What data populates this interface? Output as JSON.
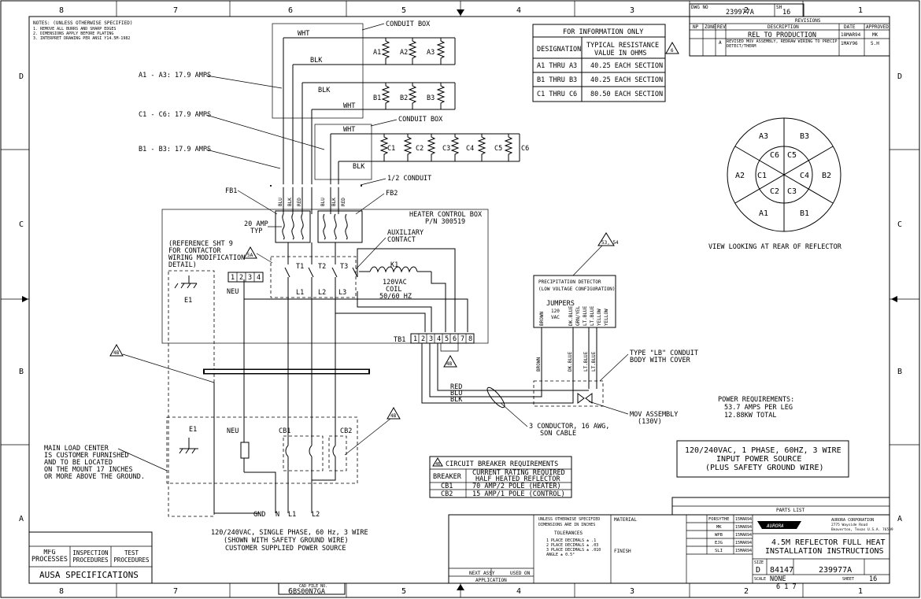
{
  "frame": {
    "zones_top": [
      "8",
      "7",
      "6",
      "5",
      "4",
      "3",
      "2",
      "1"
    ],
    "zones_side": [
      "D",
      "C",
      "B",
      "A"
    ]
  },
  "title_block_top": {
    "dwg_no_label": "DWG NO",
    "dwg_no": "239977A",
    "sheet_label": "SH",
    "sheet": "16"
  },
  "revisions": {
    "title": "REVISIONS",
    "headers": [
      "NP",
      "ZONE",
      "REV",
      "DESCRIPTION",
      "DATE",
      "APPROVED"
    ],
    "rows": [
      {
        "rev": "",
        "desc": "REL TO PRODUCTION",
        "date": "18MAR94",
        "appr": "MK"
      },
      {
        "rev": "A",
        "desc": "REVISED MOV ASSEMBLY, REDRAW WIRING TO PRECIP DETECT/THERM",
        "date": "1MAY96",
        "appr": "S.H"
      }
    ]
  },
  "notes": {
    "title": "NOTES: (UNLESS OTHERWISE SPECIFIED)",
    "items": [
      "1. REMOVE ALL BURRS AND SHARP EDGES",
      "2. DIMENSIONS APPLY BEFORE PLATING",
      "3. INTERPRET DRAWING PER ANSI Y14.5M-1982"
    ]
  },
  "info_table": {
    "title": "FOR INFORMATION ONLY",
    "h1": "DESIGNATION",
    "h2a": "TYPICAL RESISTANCE",
    "h2b": "VALUE IN OHMS",
    "rows": [
      {
        "d": "A1 THRU A3",
        "v": "40.25 EACH SECTION"
      },
      {
        "d": "B1 THRU B3",
        "v": "40.25 EACH SECTION"
      },
      {
        "d": "C1 THRU C6",
        "v": "80.50 EACH SECTION"
      }
    ],
    "flag": "6"
  },
  "labels": {
    "conduit_box": "CONDUIT BOX",
    "wht": "WHT",
    "blk": "BLK",
    "a_amps": "A1 - A3: 17.9 AMPS",
    "c_amps": "C1 - C6: 17.9 AMPS",
    "b_amps": "B1 - B3: 17.9 AMPS",
    "half_conduit": "1/2 CONDUIT",
    "fb1": "FB1",
    "fb2": "FB2",
    "blu": "BLU",
    "red": "RED",
    "amp20": "20 AMP",
    "typ": "TYP",
    "heater_box": "HEATER CONTROL BOX",
    "pn": "P/N 300519",
    "aux1": "AUXILIARY",
    "aux2": "CONTACT",
    "ref1": "(REFERENCE SHT 9",
    "ref2": "FOR CONTACTOR",
    "ref3": "WIRING MODIFICATION",
    "ref4": "DETAIL)",
    "flag5a": "5A",
    "t1": "T1",
    "t2": "T2",
    "t3": "T3",
    "l1": "L1",
    "l2": "L2",
    "l3": "L3",
    "k1": "K1",
    "coil1": "120VAC",
    "coil2": "COIL",
    "coil3": "50/60 HZ",
    "e1": "E1",
    "neu": "NEU",
    "tb1": "TB1",
    "flag4b": "4B",
    "flag5354": "53, 54",
    "precip1": "PRECIPITATION DETECTOR",
    "precip2": "(LOW VOLTAGE CONFIGURATION)",
    "brown": "BROWN",
    "jumpers": "JUMPERS",
    "v120": "120",
    "vac": "VAC",
    "dkblue": "DK.BLUE",
    "grnyel": "GRN/YEL",
    "ltblue": "LT.BLUE",
    "yellow": "YELLOW",
    "lb1": "TYPE \"LB\" CONDUIT",
    "lb2": "BODY WITH COVER",
    "mov1": "MOV ASSEMBLY",
    "mov2": "(130V)",
    "cable1": "3 CONDUCTOR, 16 AWG,",
    "cable2": "SON CABLE",
    "flag4b2": "4B",
    "flag4b3": "4B",
    "cb1": "CB1",
    "cb2": "CB2",
    "main1": "MAIN LOAD CENTER",
    "main2": "IS CUSTOMER FURNISHED",
    "main3": "AND TO BE LOCATED",
    "main4": "ON THE MOUNT 17 INCHES",
    "main5": "OR MORE ABOVE THE GROUND.",
    "gnd": "GND",
    "n": "N",
    "src1": "120/240VAC, SINGLE PHASE, 60 Hz, 3 WIRE",
    "src2": "(SHOWN WITH SAFETY GROUND WIRE)",
    "src3": "CUSTOMER SUPPLIED POWER SOURCE",
    "view": "VIEW LOOKING AT REAR OF REFLECTOR",
    "pwr1": "POWER REQUIREMENTS:",
    "pwr2": "53.7 AMPS PER LEG",
    "pwr3": "12.88KW TOTAL",
    "box1": "120/240VAC, 1 PHASE, 60HZ, 3 WIRE",
    "box2": "INPUT POWER SOURCE",
    "box3": "(PLUS SAFETY GROUND WIRE)"
  },
  "heaters": {
    "a": [
      "A1",
      "A2",
      "A3"
    ],
    "b": [
      "B1",
      "B2",
      "B3"
    ],
    "c": [
      "C1",
      "C2",
      "C3",
      "C4",
      "C5",
      "C6"
    ]
  },
  "tb_terminals": [
    "1",
    "2",
    "3",
    "4",
    "5",
    "6",
    "7",
    "8"
  ],
  "neu_terminals": [
    "1",
    "2",
    "3",
    "4"
  ],
  "reflector": {
    "outer": [
      "A3",
      "B3",
      "B2",
      "B1",
      "A1",
      "A2"
    ],
    "inner": [
      "C6",
      "C5",
      "C4",
      "C3",
      "C2",
      "C1"
    ]
  },
  "breaker_table": {
    "flag": "4B",
    "title": "CIRCUIT BREAKER REQUIREMENTS",
    "h1": "BREAKER",
    "h2a": "CURRENT RATING REQUIRED",
    "h2b": "HALF HEATED REFLECTOR",
    "rows": [
      {
        "b": "CB1",
        "r": "70 AMP/2 POLE (HEATER)"
      },
      {
        "b": "CB2",
        "r": "15 AMP/1 POLE (CONTROL)"
      }
    ]
  },
  "bottom_left": {
    "c1": "MFG PROCESSES",
    "c2": "INSPECTION PROCEDURES",
    "c3": "TEST PROCEDURES",
    "spec": "AUSA SPECIFICATIONS"
  },
  "title_block": {
    "parts_list": "PARTS LIST",
    "unless1": "UNLESS OTHERWISE SPECIFIED",
    "unless2": "DIMENSIONS ARE IN INCHES",
    "tolerances": "TOLERANCES",
    "tol1": "1 PLACE DECIMALS ± .1",
    "tol2": "2 PLACE DECIMALS ± .03",
    "tol3": "3 PLACE DECIMALS ± .010",
    "tol4": "ANGLE ± 0.5°",
    "material": "MATERIAL",
    "finish": "FINISH",
    "next_assy": "NEXT ASSY",
    "used_on": "USED ON",
    "application": "APPLICATION",
    "cad_file_label": "CAD FILE NO.",
    "cad_file": "BS00N7GA",
    "drawn": "FORSYTHE",
    "drawn_date": "15MAR94",
    "checked": "MK",
    "checked_date": "15MAR94",
    "appd1": "WPB",
    "appd1_date": "15MAR94",
    "appd2": "EJG",
    "appd2_date": "15MAR94",
    "appd3": "SLI",
    "appd3_date": "15MAR94",
    "company1": "AURORA CORPORATION",
    "company2": "2775 Wayside Road",
    "company3": "Beaverton, Texas U.S.A. 76509",
    "logo": "AURORA",
    "title1": "4.5M REFLECTOR FULL HEAT",
    "title2": "INSTALLATION INSTRUCTIONS",
    "size_label": "SIZE",
    "size": "D",
    "fscm": "84147",
    "dwg_no": "239977A",
    "rev": "",
    "scale_label": "SCALE",
    "scale": "NONE",
    "sheet": "16",
    "page": "6 1 7",
    "sheet_label": "SHEET"
  }
}
